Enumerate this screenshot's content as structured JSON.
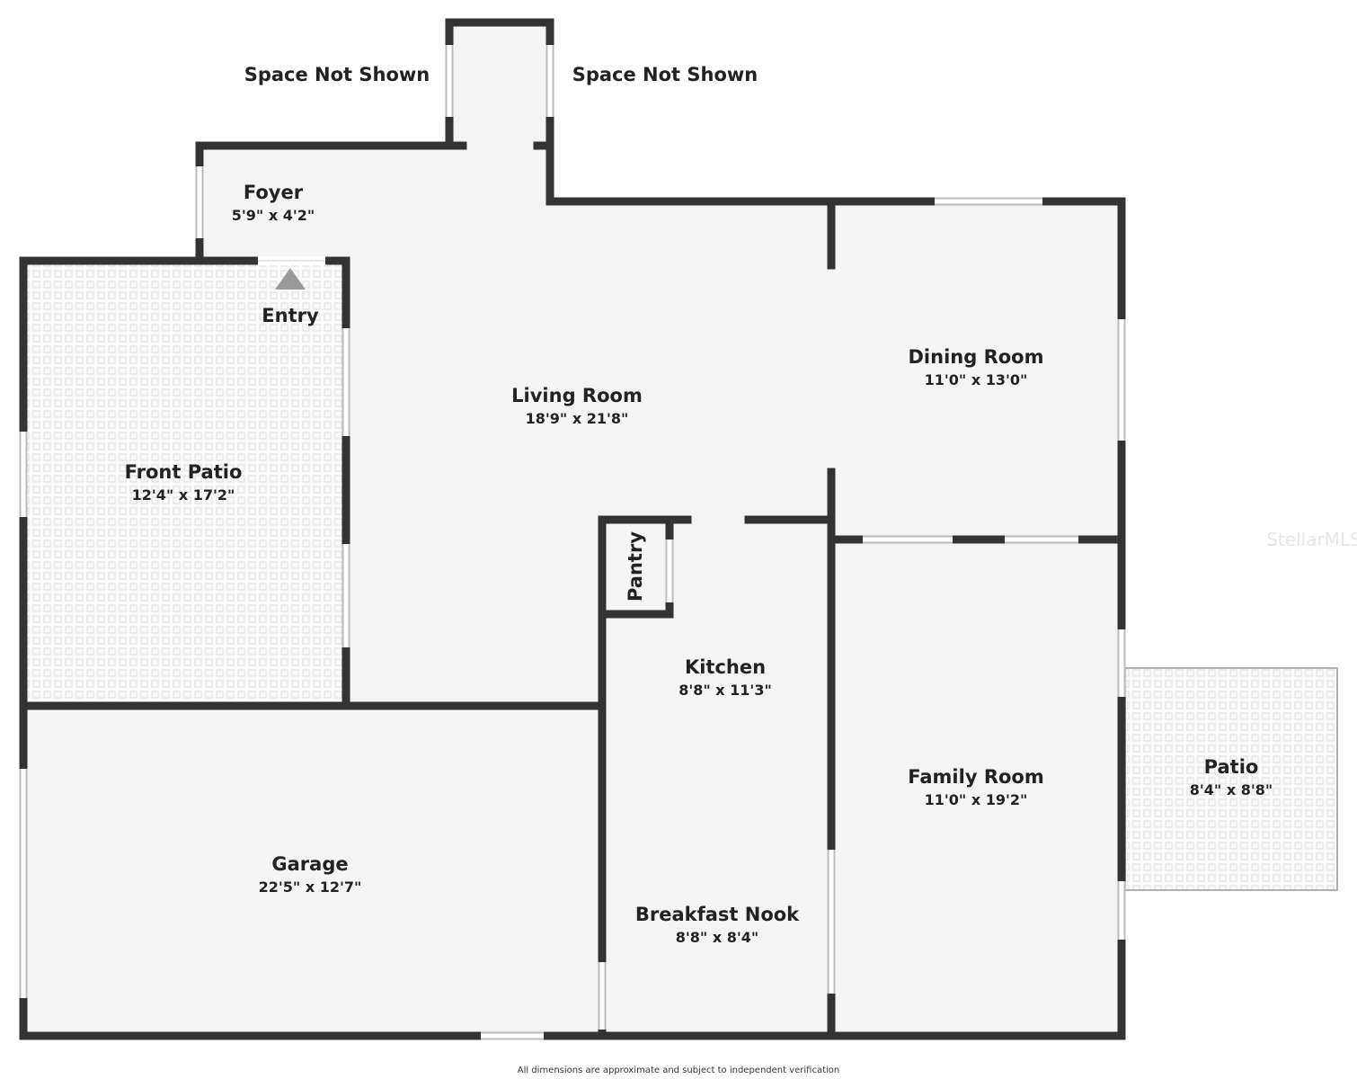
{
  "labels": {
    "space_left": "Space Not Shown",
    "space_right": "Space Not Shown",
    "entry": "Entry"
  },
  "rooms": [
    {
      "name": "Foyer",
      "dims": "5'9\" x 4'2\""
    },
    {
      "name": "Living Room",
      "dims": "18'9\" x 21'8\""
    },
    {
      "name": "Dining Room",
      "dims": "11'0\" x 13'0\""
    },
    {
      "name": "Front Patio",
      "dims": "12'4\" x 17'2\""
    },
    {
      "name": "Kitchen",
      "dims": "8'8\" x 11'3\""
    },
    {
      "name": "Family Room",
      "dims": "11'0\" x 19'2\""
    },
    {
      "name": "Patio",
      "dims": "8'4\" x 8'8\""
    },
    {
      "name": "Garage",
      "dims": "22'5\" x 12'7\""
    },
    {
      "name": "Breakfast Nook",
      "dims": "8'8\" x 8'4\""
    },
    {
      "name": "Pantry",
      "dims": ""
    }
  ],
  "watermark": "StellarMLS",
  "footer": "All dimensions are approximate and subject to independent verification",
  "colors": {
    "wall": "#333333",
    "floor": "#f4f4f4",
    "window": "#bbbbbb"
  }
}
